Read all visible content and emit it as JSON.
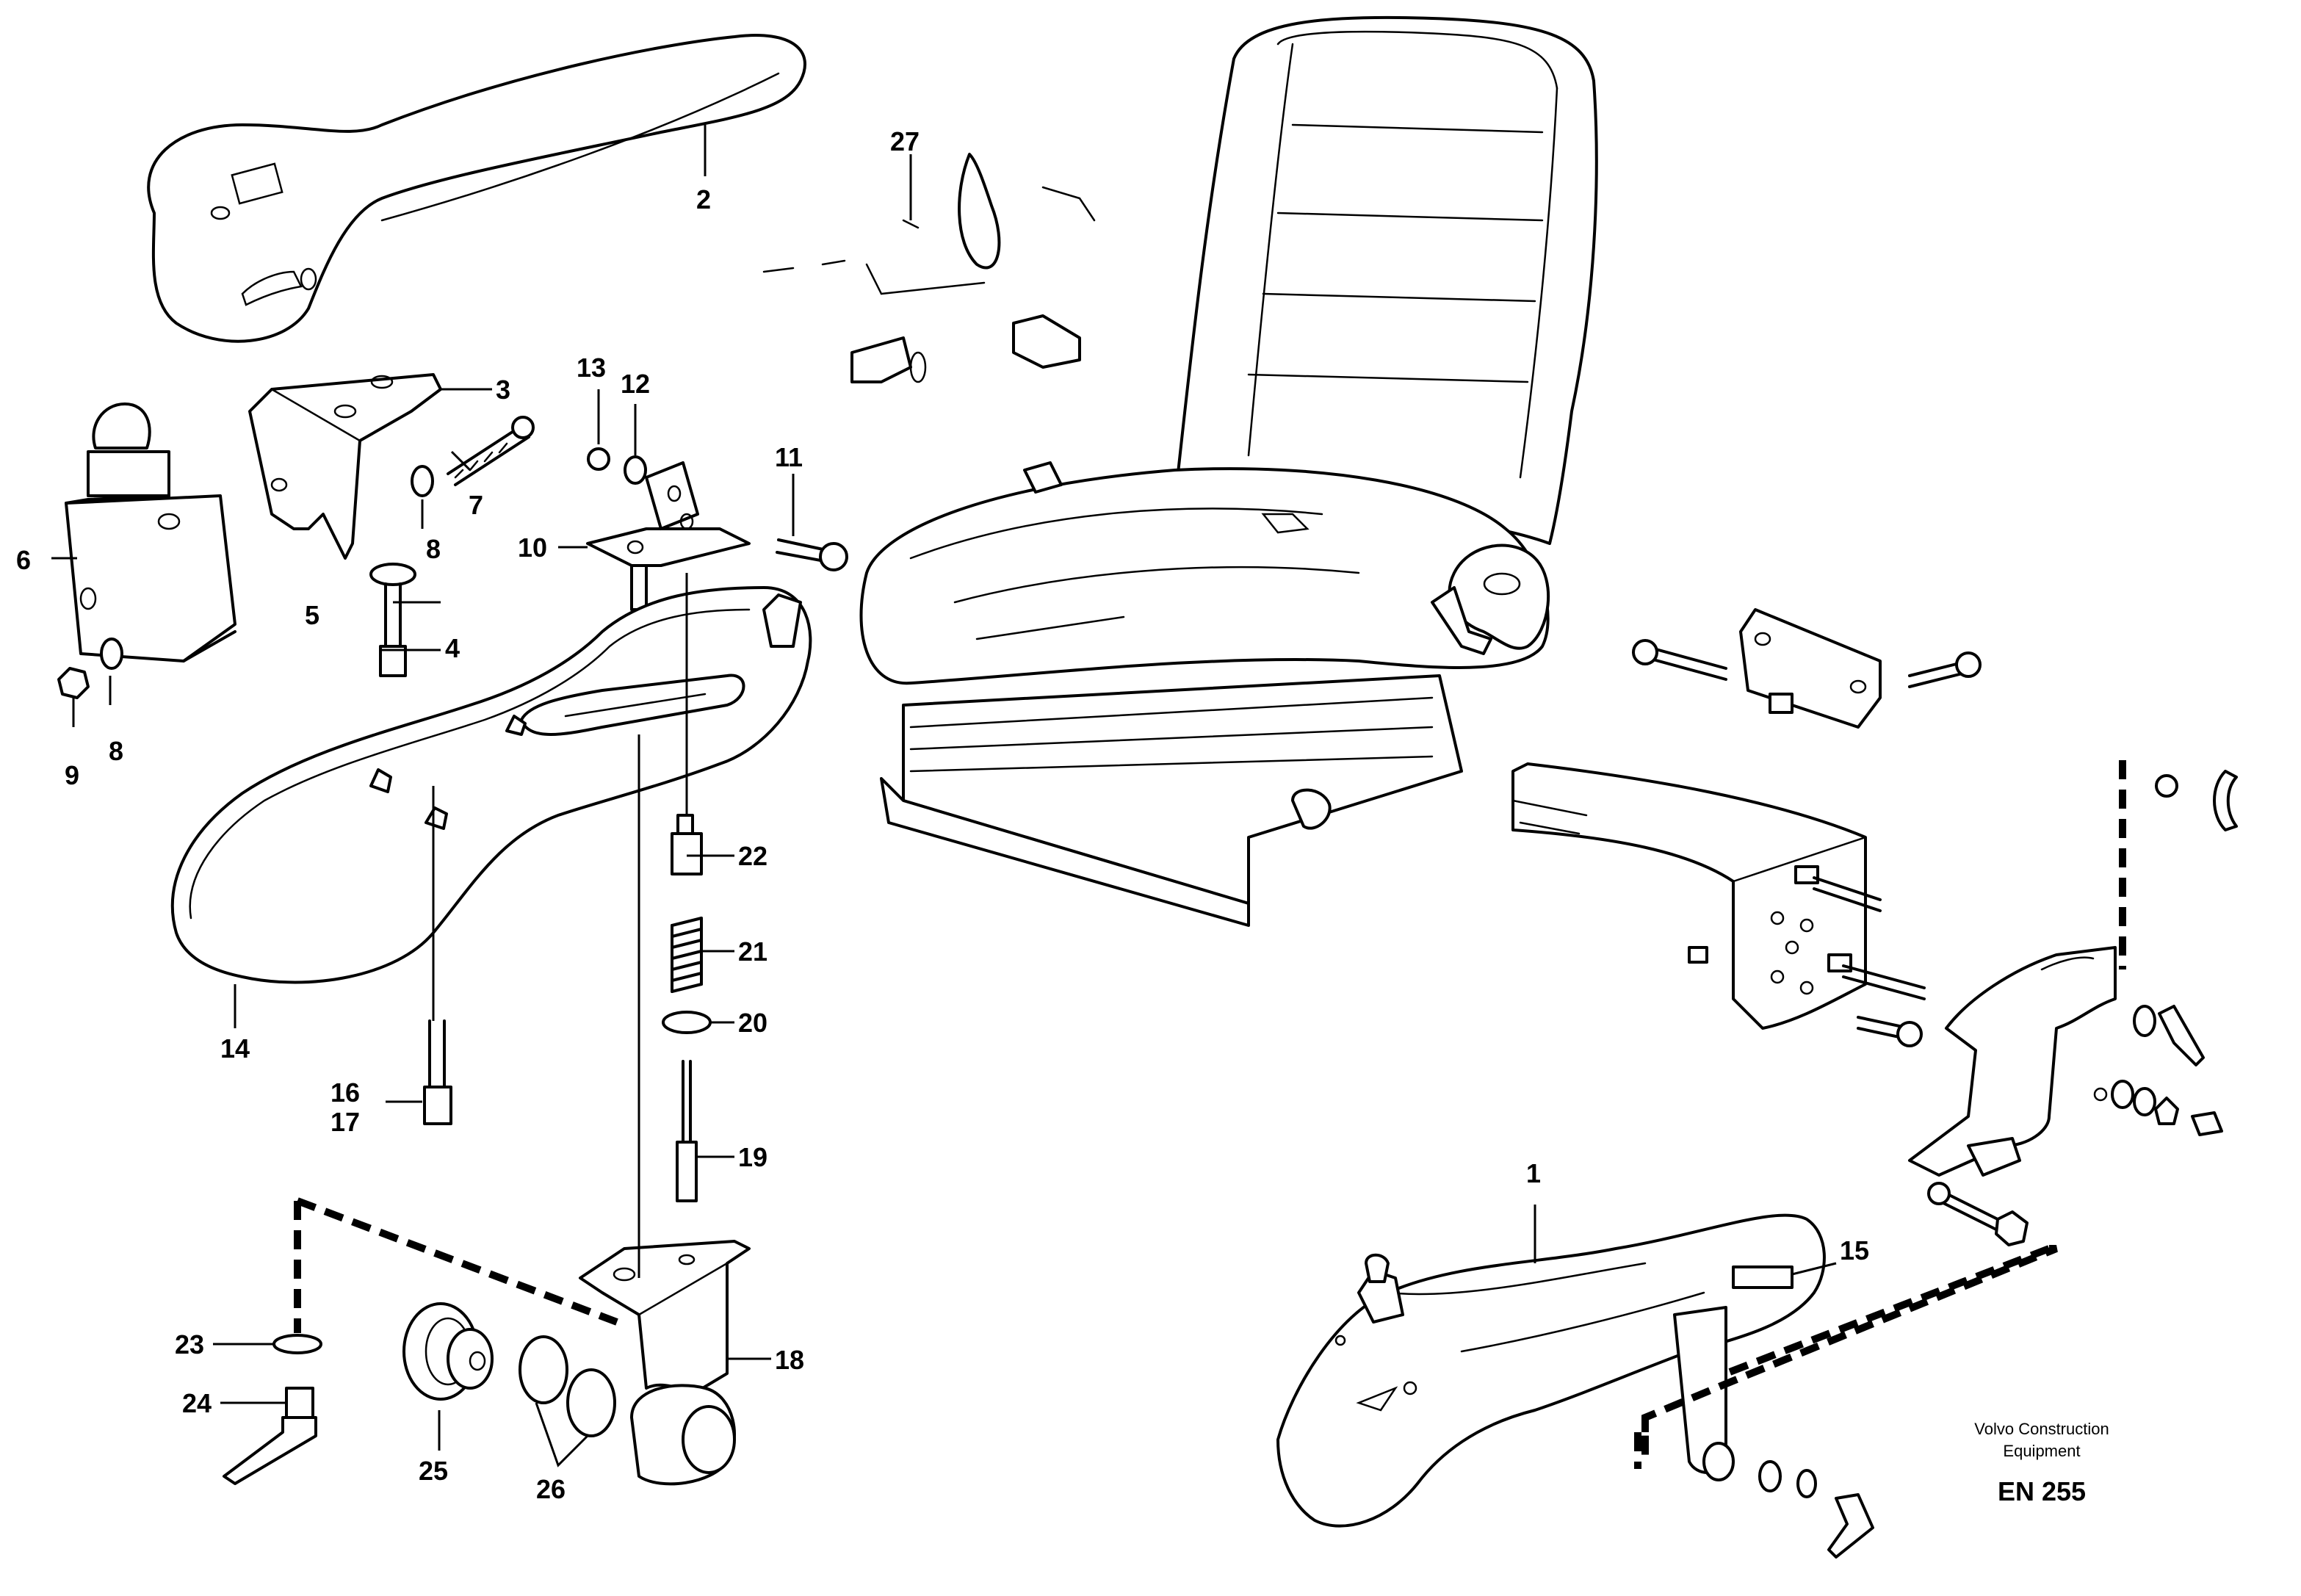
{
  "callouts": [
    "1",
    "2",
    "3",
    "4",
    "5",
    "6",
    "7",
    "8",
    "8",
    "9",
    "10",
    "11",
    "12",
    "13",
    "14",
    "15",
    "16",
    "17",
    "18",
    "19",
    "20",
    "21",
    "22",
    "23",
    "24",
    "25",
    "26",
    "27"
  ],
  "footer": {
    "company_line1": "Volvo Construction",
    "company_line2": "Equipment",
    "code": "EN 255"
  }
}
